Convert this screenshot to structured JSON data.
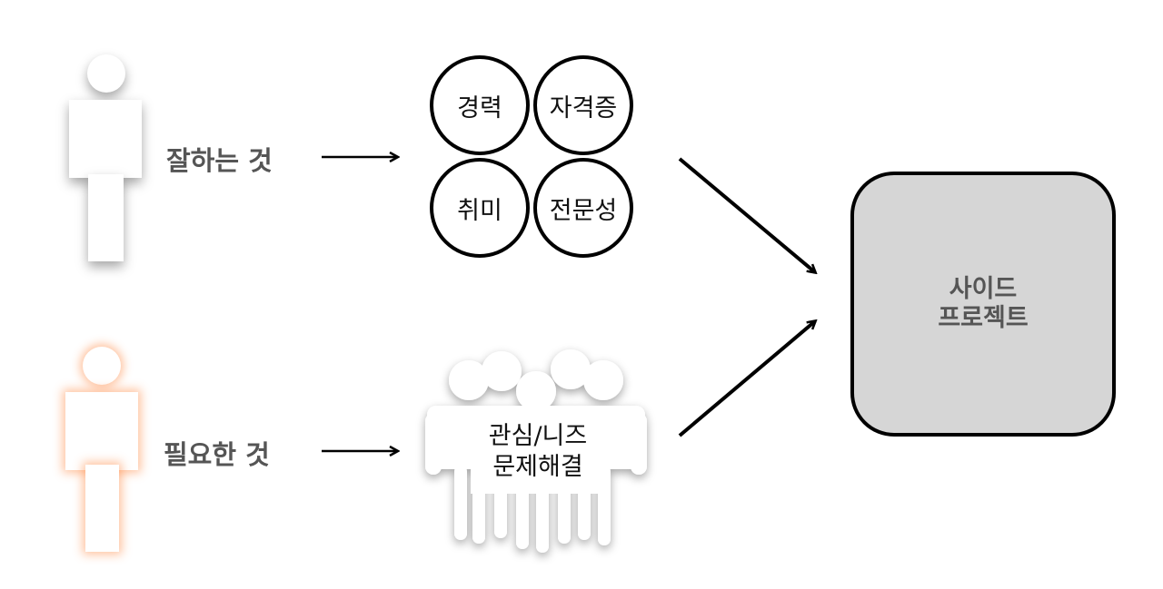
{
  "diagram": {
    "inputs": [
      {
        "label": "잘하는 것",
        "items": [
          "경력",
          "자격증",
          "취미",
          "전문성"
        ]
      },
      {
        "label": "필요한 것",
        "sign": [
          "관심/니즈",
          "문제해결"
        ]
      }
    ],
    "result": {
      "line1": "사이드",
      "line2": "프로젝트"
    }
  },
  "colors": {
    "person_top_glow": "#000000",
    "person_bottom_glow": "#ff7a28",
    "result_fill": "#d6d6d6",
    "label_text": "#555555"
  }
}
